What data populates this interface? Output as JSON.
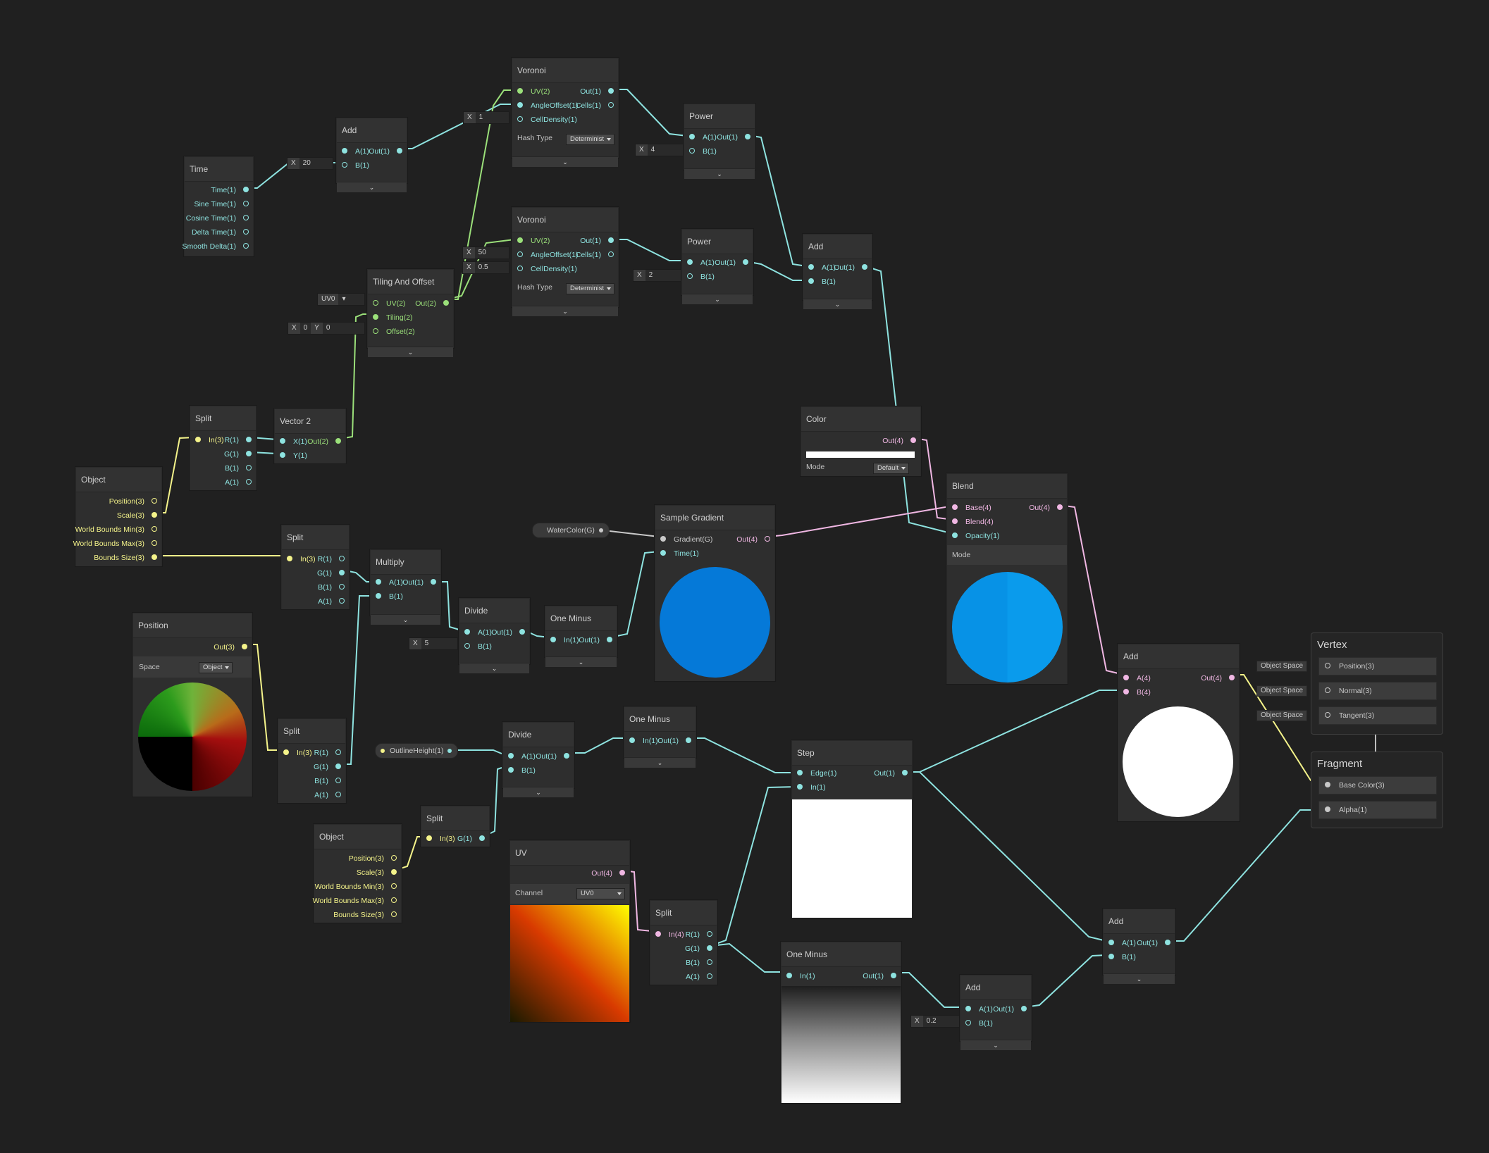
{
  "colors": {
    "float": "#8ee3e0",
    "vec2": "#9be07a",
    "vec3": "#f4f38a",
    "vec4": "#f0b7e3",
    "gradient": "#c9c9c9",
    "bg": "#202020"
  },
  "nodes": {
    "time": {
      "title": "Time",
      "outs": [
        "Time(1)",
        "Sine Time(1)",
        "Cosine Time(1)",
        "Delta Time(1)",
        "Smooth Delta(1)"
      ]
    },
    "add_time": {
      "title": "Add",
      "ins": [
        "A(1)",
        "B(1)"
      ],
      "out": "Out(1)",
      "b_label": "X",
      "b_value": "20"
    },
    "voronoi1": {
      "title": "Voronoi",
      "ins": [
        "UV(2)",
        "AngleOffset(1)",
        "CellDensity(1)"
      ],
      "outs": [
        "Out(1)",
        "Cells(1)"
      ],
      "hash_label": "Hash Type",
      "hash_value": "Determinist",
      "cd_label": "X",
      "cd_value": "1"
    },
    "voronoi2": {
      "title": "Voronoi",
      "ins": [
        "UV(2)",
        "AngleOffset(1)",
        "CellDensity(1)"
      ],
      "outs": [
        "Out(1)",
        "Cells(1)"
      ],
      "hash_label": "Hash Type",
      "hash_value": "Determinist",
      "ao_label": "X",
      "ao_value": "50",
      "cd_label": "X",
      "cd_value": "0.5"
    },
    "power1": {
      "title": "Power",
      "ins": [
        "A(1)",
        "B(1)"
      ],
      "out": "Out(1)",
      "b_label": "X",
      "b_value": "4"
    },
    "power2": {
      "title": "Power",
      "ins": [
        "A(1)",
        "B(1)"
      ],
      "out": "Out(1)",
      "b_label": "X",
      "b_value": "2"
    },
    "add_voronoi": {
      "title": "Add",
      "ins": [
        "A(1)",
        "B(1)"
      ],
      "out": "Out(1)"
    },
    "tiling": {
      "title": "Tiling And Offset",
      "ins": [
        "UV(2)",
        "Tiling(2)",
        "Offset(2)"
      ],
      "out": "Out(2)",
      "uv_value": "UV0",
      "off_x_label": "X",
      "off_x": "0",
      "off_y_label": "Y",
      "off_y": "0"
    },
    "split1": {
      "title": "Split",
      "in": "In(3)",
      "outs": [
        "R(1)",
        "G(1)",
        "B(1)",
        "A(1)"
      ]
    },
    "vector2": {
      "title": "Vector 2",
      "ins": [
        "X(1)",
        "Y(1)"
      ],
      "out": "Out(2)"
    },
    "object1": {
      "title": "Object",
      "outs": [
        "Position(3)",
        "Scale(3)",
        "World Bounds Min(3)",
        "World Bounds Max(3)",
        "Bounds Size(3)"
      ]
    },
    "split2": {
      "title": "Split",
      "in": "In(3)",
      "outs": [
        "R(1)",
        "G(1)",
        "B(1)",
        "A(1)"
      ]
    },
    "multiply": {
      "title": "Multiply",
      "ins": [
        "A(1)",
        "B(1)"
      ],
      "out": "Out(1)"
    },
    "divide1": {
      "title": "Divide",
      "ins": [
        "A(1)",
        "B(1)"
      ],
      "out": "Out(1)",
      "b_label": "X",
      "b_value": "5"
    },
    "oneminus1": {
      "title": "One Minus",
      "in": "In(1)",
      "out": "Out(1)"
    },
    "sample_gradient": {
      "title": "Sample Gradient",
      "ins": [
        "Gradient(G)",
        "Time(1)"
      ],
      "out": "Out(4)"
    },
    "watercolor": {
      "label": "WaterColor(G)"
    },
    "color": {
      "title": "Color",
      "out": "Out(4)",
      "mode_label": "Mode",
      "mode_value": "Default"
    },
    "blend": {
      "title": "Blend",
      "ins": [
        "Base(4)",
        "Blend(4)",
        "Opacity(1)"
      ],
      "out": "Out(4)",
      "mode_label": "Mode"
    },
    "position": {
      "title": "Position",
      "out": "Out(3)",
      "space_label": "Space",
      "space_value": "Object"
    },
    "split3": {
      "title": "Split",
      "in": "In(3)",
      "outs": [
        "R(1)",
        "G(1)",
        "B(1)",
        "A(1)"
      ]
    },
    "outlineheight": {
      "label": "OutlineHeight(1)"
    },
    "divide2": {
      "title": "Divide",
      "ins": [
        "A(1)",
        "B(1)"
      ],
      "out": "Out(1)"
    },
    "oneminus2": {
      "title": "One Minus",
      "in": "In(1)",
      "out": "Out(1)"
    },
    "step": {
      "title": "Step",
      "ins": [
        "Edge(1)",
        "In(1)"
      ],
      "out": "Out(1)"
    },
    "object2": {
      "title": "Object",
      "outs": [
        "Position(3)",
        "Scale(3)",
        "World Bounds Min(3)",
        "World Bounds Max(3)",
        "Bounds Size(3)"
      ]
    },
    "split4": {
      "title": "Split",
      "in": "In(3)",
      "out": "G(1)"
    },
    "uv": {
      "title": "UV",
      "out": "Out(4)",
      "channel_label": "Channel",
      "channel_value": "UV0"
    },
    "split5": {
      "title": "Split",
      "in": "In(4)",
      "outs": [
        "R(1)",
        "G(1)",
        "B(1)",
        "A(1)"
      ]
    },
    "oneminus3": {
      "title": "One Minus",
      "in": "In(1)",
      "out": "Out(1)"
    },
    "add_final_color": {
      "title": "Add",
      "ins": [
        "A(4)",
        "B(4)"
      ],
      "out": "Out(4)"
    },
    "add_low": {
      "title": "Add",
      "ins": [
        "A(1)",
        "B(1)"
      ],
      "out": "Out(1)",
      "b_label": "X",
      "b_value": "0.2"
    },
    "add_alpha": {
      "title": "Add",
      "ins": [
        "A(1)",
        "B(1)"
      ],
      "out": "Out(1)"
    }
  },
  "master": {
    "vertex": {
      "title": "Vertex",
      "slots": [
        "Position(3)",
        "Normal(3)",
        "Tangent(3)"
      ],
      "space_labels": [
        "Object Space",
        "Object Space",
        "Object Space"
      ]
    },
    "fragment": {
      "title": "Fragment",
      "slots": [
        "Base Color(3)",
        "Alpha(1)"
      ]
    }
  }
}
